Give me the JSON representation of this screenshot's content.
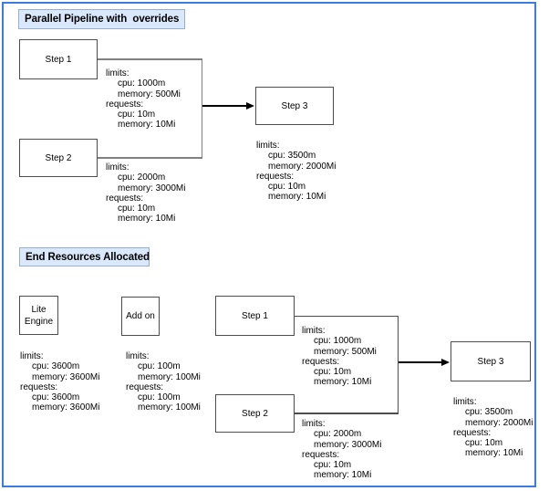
{
  "frame_color": "#3b7ce0",
  "title_fill_color": "#dae8fc",
  "pipeline": {
    "title": "Parallel Pipeline with  overrides",
    "step1": {
      "label": "Step 1",
      "resources": [
        "limits:",
        "cpu: 1000m",
        "memory: 500Mi",
        "requests:",
        "cpu: 10m",
        "memory: 10Mi"
      ]
    },
    "step2": {
      "label": "Step 2",
      "resources": [
        "limits:",
        "cpu: 2000m",
        "memory: 3000Mi",
        "requests:",
        "cpu: 10m",
        "memory: 10Mi"
      ]
    },
    "step3": {
      "label": "Step 3",
      "resources": [
        "limits:",
        "cpu: 3500m",
        "memory: 2000Mi",
        "requests:",
        "cpu: 10m",
        "memory: 10Mi"
      ]
    }
  },
  "end_resources": {
    "title": "End Resources Allocated",
    "lite_engine": {
      "label_line1": "Lite",
      "label_line2": "Engine",
      "resources": [
        "limits:",
        "cpu: 3600m",
        "memory: 3600Mi",
        "requests:",
        "cpu: 3600m",
        "memory: 3600Mi"
      ]
    },
    "add_on": {
      "label": "Add on",
      "resources": [
        "limits:",
        "cpu: 100m",
        "memory: 100Mi",
        "requests:",
        "cpu: 100m",
        "memory: 100Mi"
      ]
    },
    "step1": {
      "label": "Step 1",
      "resources": [
        "limits:",
        "cpu: 1000m",
        "memory: 500Mi",
        "requests:",
        "cpu: 10m",
        "memory: 10Mi"
      ]
    },
    "step2": {
      "label": "Step 2",
      "resources": [
        "limits:",
        "cpu: 2000m",
        "memory: 3000Mi",
        "requests:",
        "cpu: 10m",
        "memory: 10Mi"
      ]
    },
    "step3": {
      "label": "Step 3",
      "resources": [
        "limits:",
        "cpu: 3500m",
        "memory: 2000Mi",
        "requests:",
        "cpu: 10m",
        "memory: 10Mi"
      ]
    }
  }
}
